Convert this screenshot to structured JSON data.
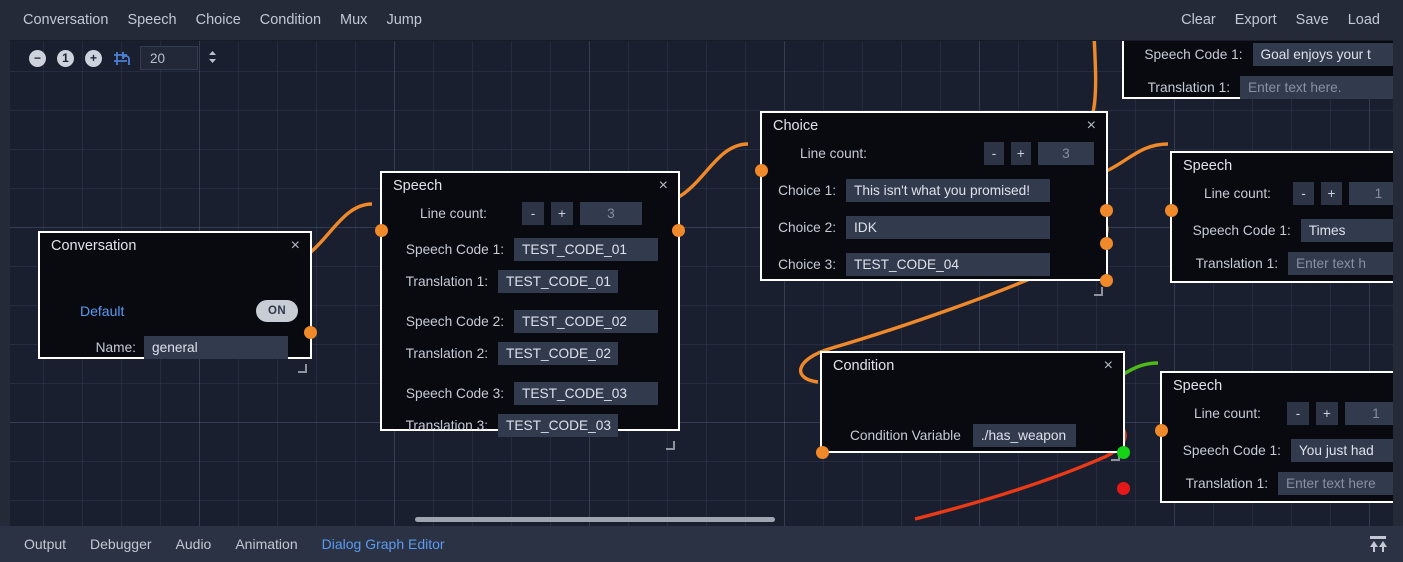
{
  "menu": {
    "left_items": [
      {
        "label": "Conversation",
        "name": "menu-conversation"
      },
      {
        "label": "Speech",
        "name": "menu-speech"
      },
      {
        "label": "Choice",
        "name": "menu-choice"
      },
      {
        "label": "Condition",
        "name": "menu-condition"
      },
      {
        "label": "Mux",
        "name": "menu-mux"
      },
      {
        "label": "Jump",
        "name": "menu-jump"
      }
    ],
    "right_items": [
      {
        "label": "Clear",
        "name": "menu-clear"
      },
      {
        "label": "Export",
        "name": "menu-export"
      },
      {
        "label": "Save",
        "name": "menu-save"
      },
      {
        "label": "Load",
        "name": "menu-load"
      }
    ]
  },
  "zoombar": {
    "zoom_out": "−",
    "zoom_reset": "1",
    "zoom_in": "+",
    "snap_icon": "grid-snap-icon",
    "snap_value": "20",
    "spinner": "⌃⌄"
  },
  "nodes": {
    "conversation": {
      "title": "Conversation",
      "close": "×",
      "default_label": "Default",
      "toggle_value": "ON",
      "name_label": "Name:",
      "name_value": "general"
    },
    "speech_main": {
      "title": "Speech",
      "close": "×",
      "line_count_label": "Line count:",
      "minus": "-",
      "plus": "+",
      "line_count_value": "3",
      "rows": [
        {
          "code_label": "Speech Code 1:",
          "code_value": "TEST_CODE_01",
          "tr_label": "Translation 1:",
          "tr_value": "TEST_CODE_01"
        },
        {
          "code_label": "Speech Code 2:",
          "code_value": "TEST_CODE_02",
          "tr_label": "Translation 2:",
          "tr_value": "TEST_CODE_02"
        },
        {
          "code_label": "Speech Code 3:",
          "code_value": "TEST_CODE_03",
          "tr_label": "Translation 3:",
          "tr_value": "TEST_CODE_03"
        }
      ]
    },
    "choice": {
      "title": "Choice",
      "close": "×",
      "line_count_label": "Line count:",
      "minus": "-",
      "plus": "+",
      "line_count_value": "3",
      "choices": [
        {
          "label": "Choice 1:",
          "value": "This isn't what you promised!"
        },
        {
          "label": "Choice 2:",
          "value": "IDK"
        },
        {
          "label": "Choice 3:",
          "value": "TEST_CODE_04"
        }
      ]
    },
    "condition": {
      "title": "Condition",
      "close": "×",
      "variable_label": "Condition Variable",
      "variable_value": "./has_weapon"
    },
    "speech_topright": {
      "code_label": "Speech Code 1:",
      "code_value": "Goal enjoys your t",
      "tr_label": "Translation 1:",
      "tr_placeholder": "Enter text here."
    },
    "speech_right": {
      "title": "Speech",
      "line_count_label": "Line count:",
      "minus": "-",
      "plus": "+",
      "line_count_value": "1",
      "code_label": "Speech Code 1:",
      "code_value": "Times",
      "tr_label": "Translation 1:",
      "tr_placeholder": "Enter text h"
    },
    "speech_bottomright": {
      "title": "Speech",
      "line_count_label": "Line count:",
      "minus": "-",
      "plus": "+",
      "line_count_value": "1",
      "code_label": "Speech Code 1:",
      "code_value": "You just had",
      "tr_label": "Translation 1:",
      "tr_placeholder": "Enter text here"
    }
  },
  "dock": {
    "items": [
      {
        "label": "Output",
        "name": "dock-output",
        "active": false
      },
      {
        "label": "Debugger",
        "name": "dock-debugger",
        "active": false
      },
      {
        "label": "Audio",
        "name": "dock-audio",
        "active": false
      },
      {
        "label": "Animation",
        "name": "dock-animation",
        "active": false
      },
      {
        "label": "Dialog Graph Editor",
        "name": "dock-dialog-graph-editor",
        "active": true
      }
    ],
    "expand_icon": "expand-panel-icon"
  },
  "colors": {
    "port_orange": "#f0892a",
    "port_green": "#15d415",
    "port_red": "#e81818",
    "accent_blue": "#5b9bf0",
    "node_bg": "#080a10",
    "canvas_bg": "#1a1f30"
  }
}
